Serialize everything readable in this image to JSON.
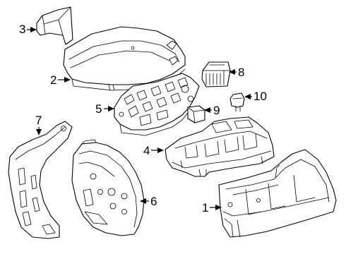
{
  "callouts": [
    {
      "number": "1",
      "part": "fuse-box-lower-housing"
    },
    {
      "number": "2",
      "part": "fuse-box-cover"
    },
    {
      "number": "3",
      "part": "cover-bracket"
    },
    {
      "number": "4",
      "part": "fuse-box-tray"
    },
    {
      "number": "5",
      "part": "fuse-relay-block"
    },
    {
      "number": "6",
      "part": "side-cover-panel"
    },
    {
      "number": "7",
      "part": "side-bracket"
    },
    {
      "number": "8",
      "part": "relay"
    },
    {
      "number": "9",
      "part": "small-relay"
    },
    {
      "number": "10",
      "part": "fuse"
    }
  ]
}
